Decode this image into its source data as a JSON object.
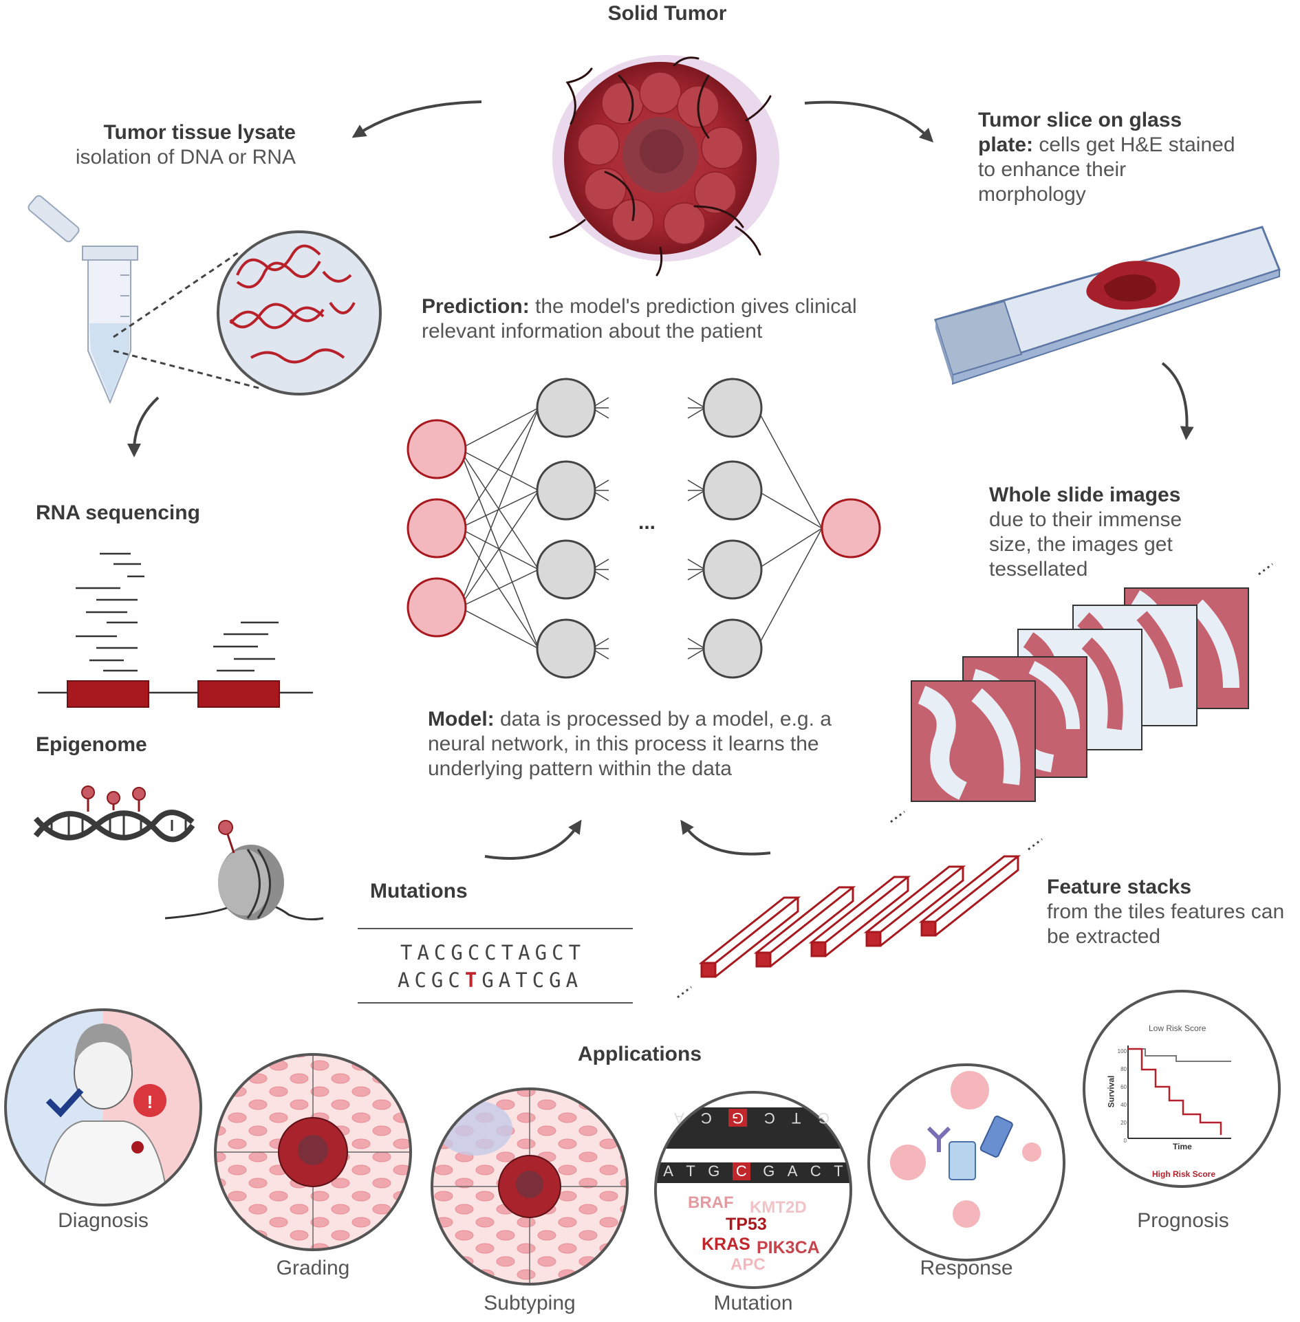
{
  "title": "Solid Tumor",
  "lysate": {
    "bold": "Tumor tissue lysate",
    "text": "isolation of DNA or RNA"
  },
  "slice": {
    "bold": "Tumor slice on glass plate:",
    "text": "cells get H&E stained to enhance their morphology"
  },
  "rna_label": "RNA sequencing",
  "epigenome_label": "Epigenome",
  "mutations_label": "Mutations",
  "sequence": {
    "top": "TACGCCTAGCT",
    "bottom_pre": "ACGC",
    "bottom_mut": "T",
    "bottom_post": "GATCGA"
  },
  "prediction": {
    "bold": "Prediction:",
    "text": "the model's prediction gives clinical relevant information about the patient"
  },
  "model": {
    "bold": "Model:",
    "text": "data is processed by a model, e.g. a neural network, in this process it learns the underlying pattern within the data"
  },
  "wsi": {
    "bold": "Whole slide images",
    "text": "due to their immense size, the images get tessellated"
  },
  "features": {
    "bold": "Feature stacks",
    "text": "from the tiles features can be extracted"
  },
  "nn_ellipsis": "...",
  "applications": {
    "title": "Applications",
    "items": [
      "Diagnosis",
      "Grading",
      "Subtyping",
      "Mutation",
      "Response",
      "Prognosis"
    ]
  },
  "mutation_panel": {
    "top_letters": [
      "A",
      "C",
      "G",
      "C",
      "T",
      "G"
    ],
    "bottom_letters": [
      "A",
      "T",
      "G",
      "C",
      "G",
      "A",
      "C",
      "T"
    ],
    "genes": [
      "BRAF",
      "KMT2D",
      "TP53",
      "KRAS",
      "PIK3CA",
      "APC"
    ]
  },
  "prognosis_panel": {
    "top": "Low Risk Score",
    "bottom": "High Risk Score",
    "xlabel": "Time",
    "ylabel": "Survival",
    "ticks": [
      "100",
      "80",
      "60",
      "40",
      "20",
      "0"
    ]
  },
  "colors": {
    "tumor_red": "#a8232c",
    "dark_red": "#8b1a1e",
    "pink": "#e8a3a8",
    "grey_node": "#d9d9d9",
    "slide_blue": "#c9d6e8",
    "tissue_pink": "#c56270"
  }
}
